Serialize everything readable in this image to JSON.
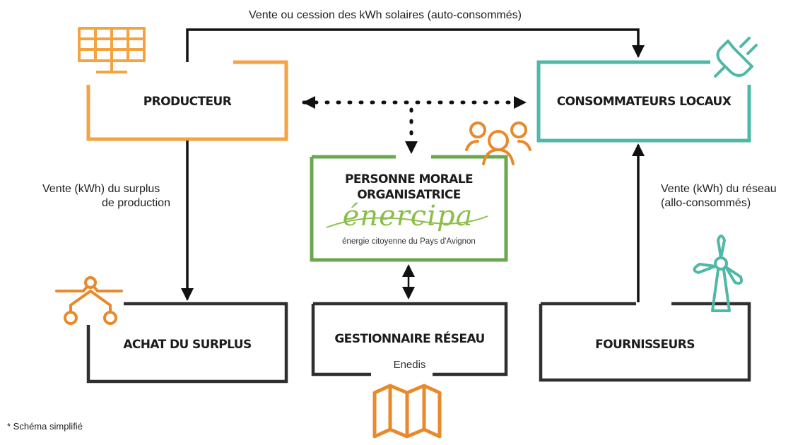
{
  "flows": {
    "top": "Vente ou cession des kWh solaires (auto-consommés)",
    "left_line1": "Vente (kWh) du surplus",
    "left_line2": "de production",
    "right_line1": "Vente (kWh) du réseau",
    "right_line2": "(allo-consommés)"
  },
  "boxes": {
    "producteur": "PRODUCTEUR",
    "consommateurs": "CONSOMMATEURS LOCAUX",
    "pmo_line1": "PERSONNE MORALE",
    "pmo_line2": "ORGANISATRICE",
    "achat": "ACHAT DU SURPLUS",
    "gestionnaire": "GESTIONNAIRE RÉSEAU",
    "gestionnaire_sub": "Enedis",
    "fournisseurs": "FOURNISSEURS"
  },
  "logo": {
    "wordmark": "énercipa",
    "tagline": "énergie citoyenne du Pays d'Avignon"
  },
  "footnote": "* Schéma simplifié",
  "colors": {
    "producer": "#f4a340",
    "consumer": "#4fb8a6",
    "organizer": "#6aa84f",
    "dark": "#2f2f2f",
    "icon_orange": "#e8892b",
    "logo_green": "#8cbf4a",
    "logo_blue": "#4ba3c7",
    "logo_red": "#c04a5a"
  },
  "icons": [
    "solar-panel-icon",
    "plug-icon",
    "people-icon",
    "network-icon",
    "wind-turbine-icon",
    "map-icon"
  ]
}
